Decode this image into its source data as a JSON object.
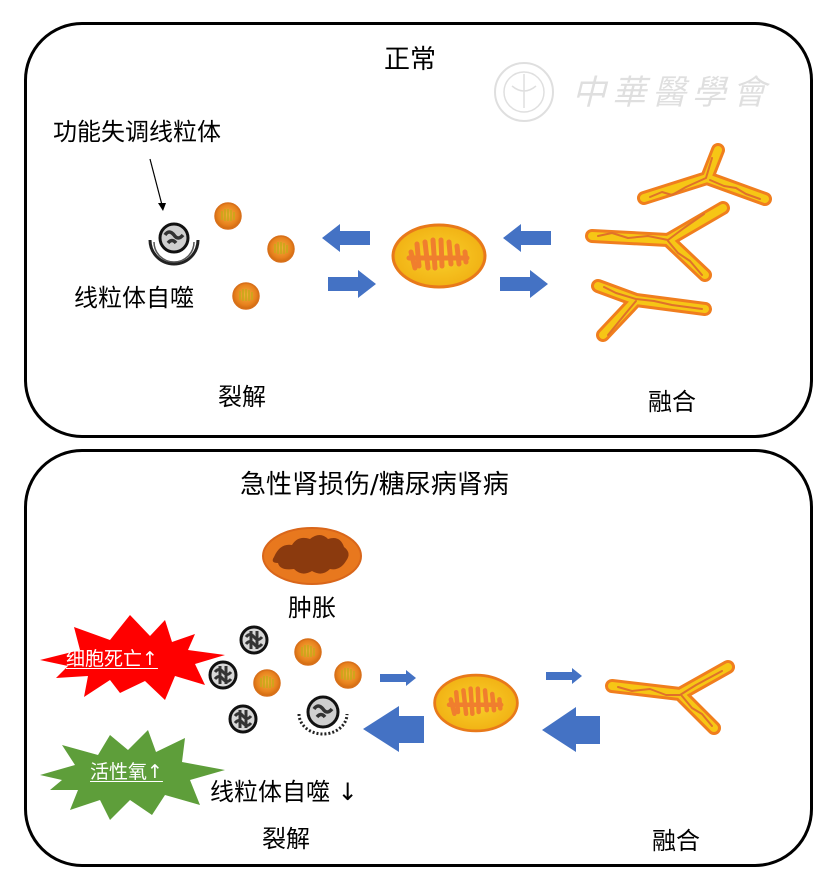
{
  "watermark": {
    "org_name": "中華醫學會"
  },
  "normal_panel": {
    "title": "正常",
    "dysfunctional_label": "功能失调线粒体",
    "mitophagy_label": "线粒体自噬",
    "fission_label": "裂解",
    "fusion_label": "融合"
  },
  "disease_panel": {
    "title": "急性肾损伤/糖尿病肾病",
    "swelling_label": "肿胀",
    "cell_death_label": "细胞死亡↑",
    "ros_label": "活性氧↑",
    "mitophagy_label": "线粒体自噬 ↓",
    "fission_label": "裂解",
    "fusion_label": "融合"
  },
  "colors": {
    "arrow_blue": "#4472C4",
    "mito_orange": "#F07E1E",
    "mito_yellow": "#F5C400",
    "swollen_brown": "#8B3A0E",
    "cell_death_red": "#FF0000",
    "ros_green": "#5E9E3A"
  }
}
